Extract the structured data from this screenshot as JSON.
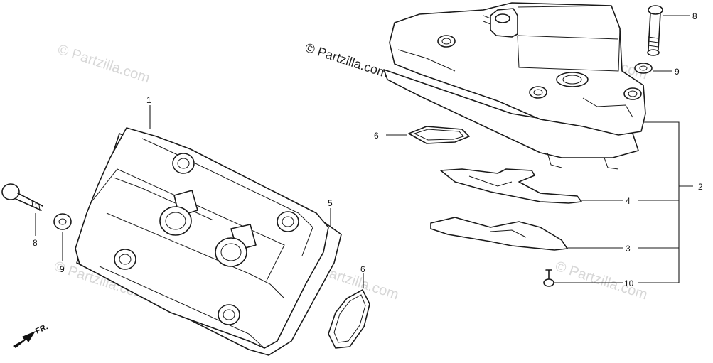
{
  "watermark": {
    "main": "© Partzilla.com",
    "faint": "© Partzilla.com"
  },
  "front_label": "FR.",
  "callouts": {
    "c1": "1",
    "c2": "2",
    "c3": "3",
    "c4": "4",
    "c5": "5",
    "c6_left": "6",
    "c6_right": "6",
    "c8_left": "8",
    "c8_right": "8",
    "c9_left": "9",
    "c9_right": "9",
    "c10": "10"
  }
}
